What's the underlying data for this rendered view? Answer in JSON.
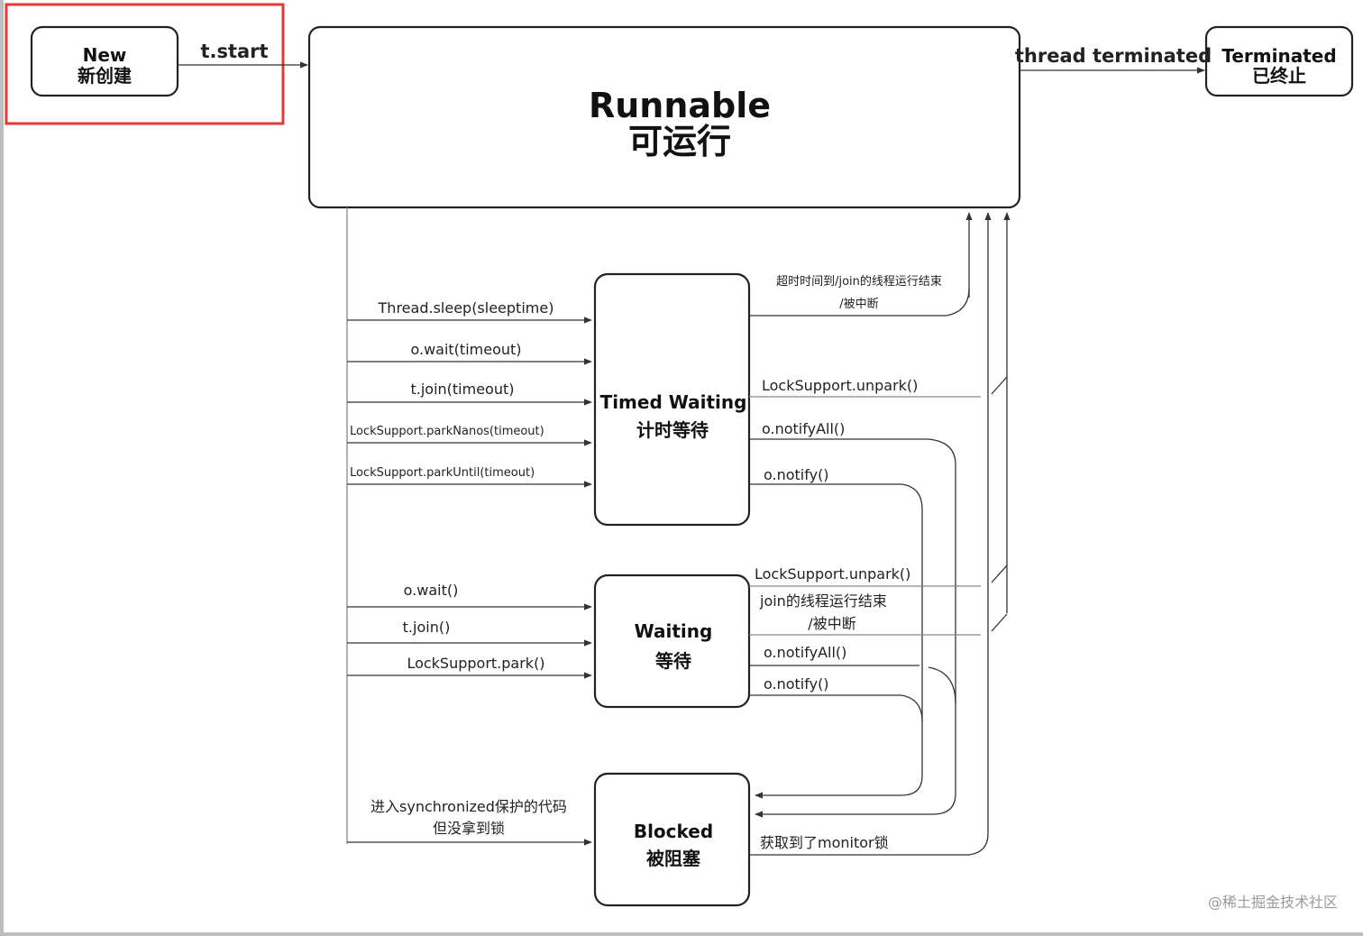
{
  "states": {
    "new": {
      "en": "New",
      "zh": "新创建"
    },
    "runnable": {
      "en": "Runnable",
      "zh": "可运行"
    },
    "terminated": {
      "en": "Terminated",
      "zh": "已终止"
    },
    "timed_waiting": {
      "en": "Timed Waiting",
      "zh": "计时等待"
    },
    "waiting": {
      "en": "Waiting",
      "zh": "等待"
    },
    "blocked": {
      "en": "Blocked",
      "zh": "被阻塞"
    }
  },
  "transitions": {
    "start": "t.start",
    "terminated": "thread terminated",
    "to_timed_waiting": [
      "Thread.sleep(sleeptime)",
      "o.wait(timeout)",
      "t.join(timeout)",
      "LockSupport.parkNanos(timeout)",
      "LockSupport.parkUntil(timeout)"
    ],
    "timed_waiting_out": {
      "timeout_line1": "超时时间到/join的线程运行结束",
      "timeout_line2": "/被中断",
      "unpark": "LockSupport.unpark()",
      "notify_all": "o.notifyAll()",
      "notify": "o.notify()"
    },
    "to_waiting": [
      "o.wait()",
      "t.join()",
      "LockSupport.park()"
    ],
    "waiting_out": {
      "unpark": "LockSupport.unpark()",
      "join_line1": "join的线程运行结束",
      "join_line2": "/被中断",
      "notify_all": "o.notifyAll()",
      "notify": "o.notify()"
    },
    "to_blocked_line1": "进入synchronized保护的代码",
    "to_blocked_line2": "但没拿到锁",
    "blocked_out": "获取到了monitor锁"
  },
  "highlight_color": "#e53935",
  "watermark": "@稀土掘金技术社区"
}
